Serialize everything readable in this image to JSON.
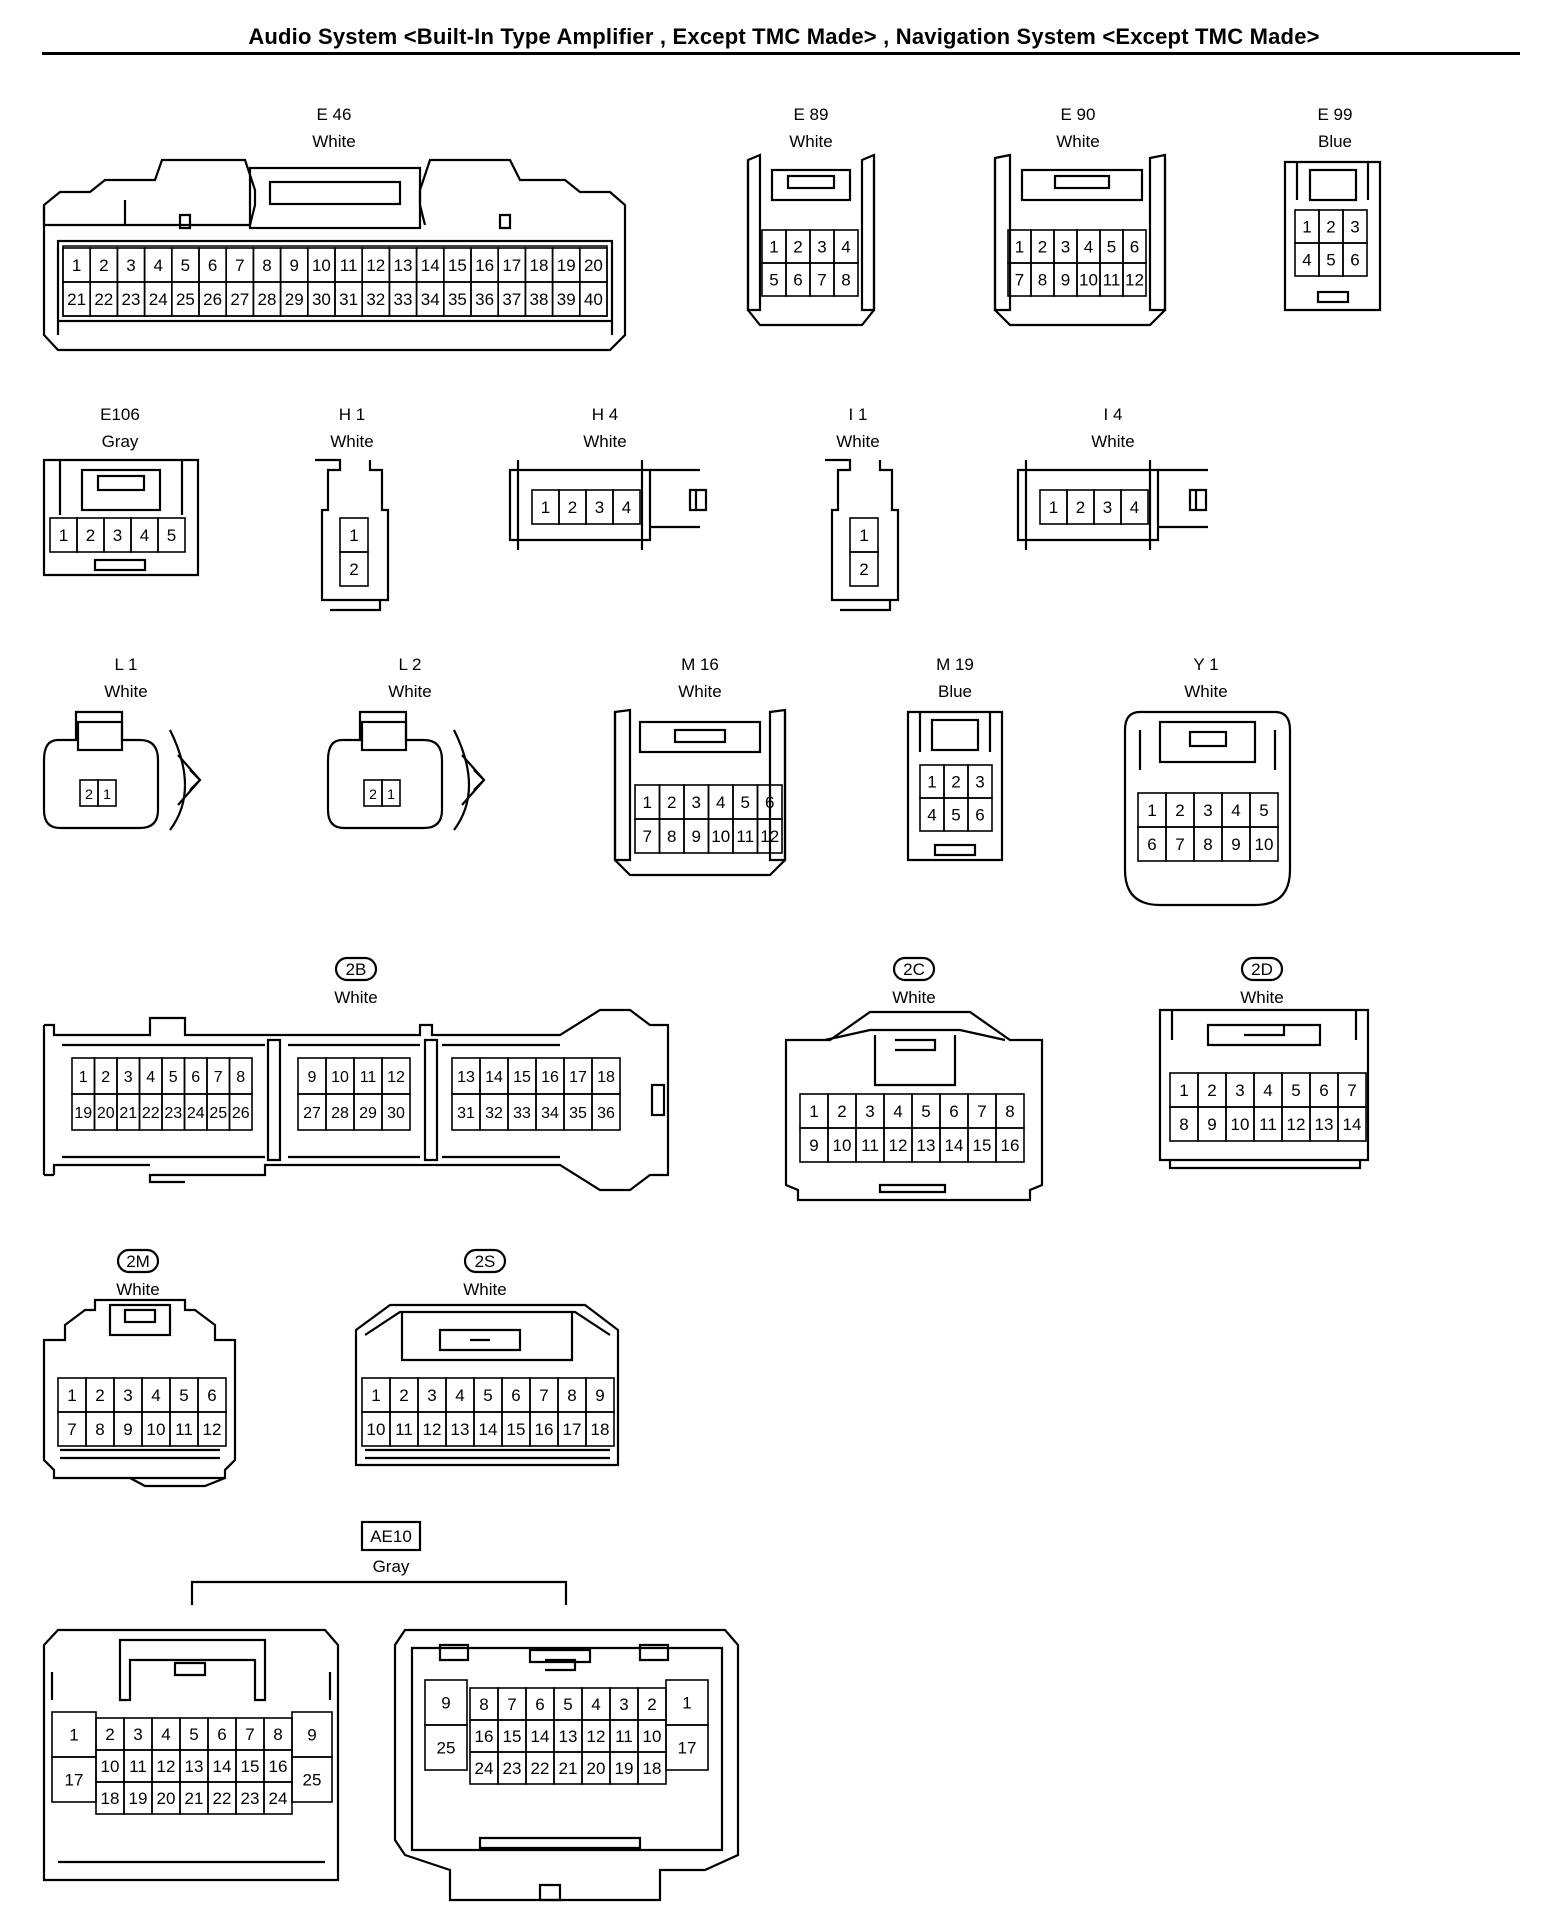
{
  "title": "Audio System <Built-In Type Amplifier , Except TMC Made> , Navigation System <Except TMC Made>",
  "connectors": [
    {
      "id": "E 46",
      "color": "White",
      "rows": [
        [
          "1",
          "2",
          "3",
          "4",
          "5",
          "6",
          "7",
          "8",
          "9",
          "10",
          "11",
          "12",
          "13",
          "14",
          "15",
          "16",
          "17",
          "18",
          "19",
          "20"
        ],
        [
          "21",
          "22",
          "23",
          "24",
          "25",
          "26",
          "27",
          "28",
          "29",
          "30",
          "31",
          "32",
          "33",
          "34",
          "35",
          "36",
          "37",
          "38",
          "39",
          "40"
        ]
      ]
    },
    {
      "id": "E 89",
      "color": "White",
      "rows": [
        [
          "1",
          "2",
          "3",
          "4"
        ],
        [
          "5",
          "6",
          "7",
          "8"
        ]
      ]
    },
    {
      "id": "E 90",
      "color": "White",
      "rows": [
        [
          "1",
          "2",
          "3",
          "4",
          "5",
          "6"
        ],
        [
          "7",
          "8",
          "9",
          "10",
          "11",
          "12"
        ]
      ]
    },
    {
      "id": "E 99",
      "color": "Blue",
      "rows": [
        [
          "1",
          "2",
          "3"
        ],
        [
          "4",
          "5",
          "6"
        ]
      ]
    },
    {
      "id": "E106",
      "color": "Gray",
      "rows": [
        [
          "1",
          "2",
          "3",
          "4",
          "5"
        ]
      ]
    },
    {
      "id": "H 1",
      "color": "White",
      "rows": [
        [
          "1"
        ],
        [
          "2"
        ]
      ]
    },
    {
      "id": "H 4",
      "color": "White",
      "rows": [
        [
          "1",
          "2",
          "3",
          "4"
        ]
      ]
    },
    {
      "id": "I 1",
      "color": "White",
      "rows": [
        [
          "1"
        ],
        [
          "2"
        ]
      ]
    },
    {
      "id": "I 4",
      "color": "White",
      "rows": [
        [
          "1",
          "2",
          "3",
          "4"
        ]
      ]
    },
    {
      "id": "L 1",
      "color": "White",
      "rows": [
        [
          "2",
          "1"
        ]
      ]
    },
    {
      "id": "L 2",
      "color": "White",
      "rows": [
        [
          "2",
          "1"
        ]
      ]
    },
    {
      "id": "M 16",
      "color": "White",
      "rows": [
        [
          "1",
          "2",
          "3",
          "4",
          "5",
          "6"
        ],
        [
          "7",
          "8",
          "9",
          "10",
          "11",
          "12"
        ]
      ]
    },
    {
      "id": "M 19",
      "color": "Blue",
      "rows": [
        [
          "1",
          "2",
          "3"
        ],
        [
          "4",
          "5",
          "6"
        ]
      ]
    },
    {
      "id": "Y 1",
      "color": "White",
      "rows": [
        [
          "1",
          "2",
          "3",
          "4",
          "5"
        ],
        [
          "6",
          "7",
          "8",
          "9",
          "10"
        ]
      ]
    },
    {
      "id": "2B",
      "color": "White",
      "groups": [
        {
          "rows": [
            [
              "1",
              "2",
              "3",
              "4",
              "5",
              "6",
              "7",
              "8"
            ],
            [
              "19",
              "20",
              "21",
              "22",
              "23",
              "24",
              "25",
              "26"
            ]
          ]
        },
        {
          "rows": [
            [
              "9",
              "10",
              "11",
              "12"
            ],
            [
              "27",
              "28",
              "29",
              "30"
            ]
          ]
        },
        {
          "rows": [
            [
              "13",
              "14",
              "15",
              "16",
              "17",
              "18"
            ],
            [
              "31",
              "32",
              "33",
              "34",
              "35",
              "36"
            ]
          ]
        }
      ]
    },
    {
      "id": "2C",
      "color": "White",
      "rows": [
        [
          "1",
          "2",
          "3",
          "4",
          "5",
          "6",
          "7",
          "8"
        ],
        [
          "9",
          "10",
          "11",
          "12",
          "13",
          "14",
          "15",
          "16"
        ]
      ]
    },
    {
      "id": "2D",
      "color": "White",
      "rows": [
        [
          "1",
          "2",
          "3",
          "4",
          "5",
          "6",
          "7"
        ],
        [
          "8",
          "9",
          "10",
          "11",
          "12",
          "13",
          "14"
        ]
      ]
    },
    {
      "id": "2M",
      "color": "White",
      "rows": [
        [
          "1",
          "2",
          "3",
          "4",
          "5",
          "6"
        ],
        [
          "7",
          "8",
          "9",
          "10",
          "11",
          "12"
        ]
      ]
    },
    {
      "id": "2S",
      "color": "White",
      "rows": [
        [
          "1",
          "2",
          "3",
          "4",
          "5",
          "6",
          "7",
          "8",
          "9"
        ],
        [
          "10",
          "11",
          "12",
          "13",
          "14",
          "15",
          "16",
          "17",
          "18"
        ]
      ]
    },
    {
      "id": "AE10",
      "color": "Gray",
      "halves": [
        {
          "side": [
            "1",
            "17"
          ],
          "rows": [
            [
              "2",
              "3",
              "4",
              "5",
              "6",
              "7",
              "8"
            ],
            [
              "10",
              "11",
              "12",
              "13",
              "14",
              "15",
              "16"
            ],
            [
              "18",
              "19",
              "20",
              "21",
              "22",
              "23",
              "24"
            ]
          ],
          "right": [
            "9",
            "25"
          ]
        },
        {
          "side": [
            "9",
            "25"
          ],
          "rows": [
            [
              "8",
              "7",
              "6",
              "5",
              "4",
              "3",
              "2"
            ],
            [
              "16",
              "15",
              "14",
              "13",
              "12",
              "11",
              "10"
            ],
            [
              "24",
              "23",
              "22",
              "21",
              "20",
              "19",
              "18"
            ]
          ],
          "right": [
            "1",
            "17"
          ]
        }
      ]
    }
  ]
}
